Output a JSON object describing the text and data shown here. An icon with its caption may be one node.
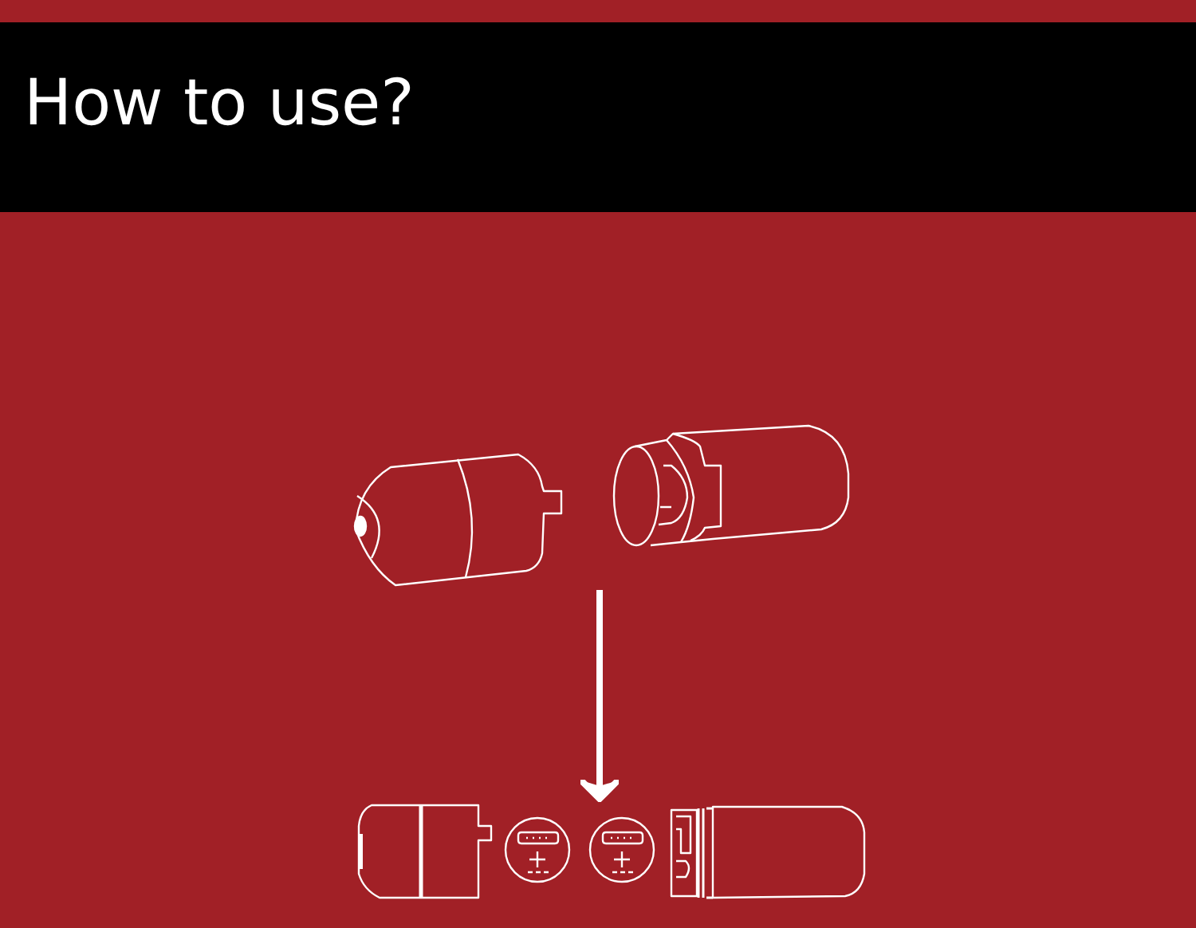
{
  "diagram": {
    "title": "How to use?",
    "nodes": [
      {
        "text": [],
        "shape": "picture"
      },
      {
        "text": [],
        "shape": "picture"
      }
    ],
    "edges": [
      {
        "from": 0,
        "to": 1,
        "arrow": "to"
      }
    ]
  }
}
